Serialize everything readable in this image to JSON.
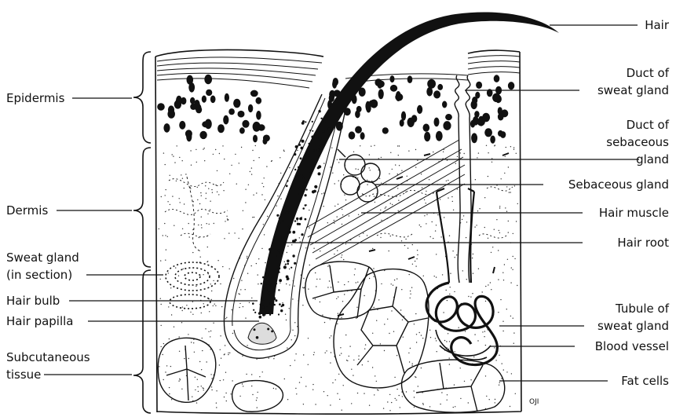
{
  "labels_left": {
    "epidermis": "Epidermis",
    "dermis": "Dermis",
    "sweat_gland_section_1": "Sweat gland",
    "sweat_gland_section_2": "(in section)",
    "hair_bulb": "Hair bulb",
    "hair_papilla": "Hair papilla",
    "subcutaneous_1": "Subcutaneous",
    "subcutaneous_2": "tissue"
  },
  "labels_right": {
    "hair": "Hair",
    "duct_sweat_1": "Duct of",
    "duct_sweat_2": "sweat gland",
    "duct_sebaceous_1": "Duct of",
    "duct_sebaceous_2": "sebaceous",
    "duct_sebaceous_3": "gland",
    "sebaceous_gland": "Sebaceous gland",
    "hair_muscle": "Hair muscle",
    "hair_root": "Hair root",
    "tubule_1": "Tubule of",
    "tubule_2": "sweat gland",
    "blood_vessel": "Blood vessel",
    "fat_cells": "Fat cells"
  },
  "signature": "OJI"
}
